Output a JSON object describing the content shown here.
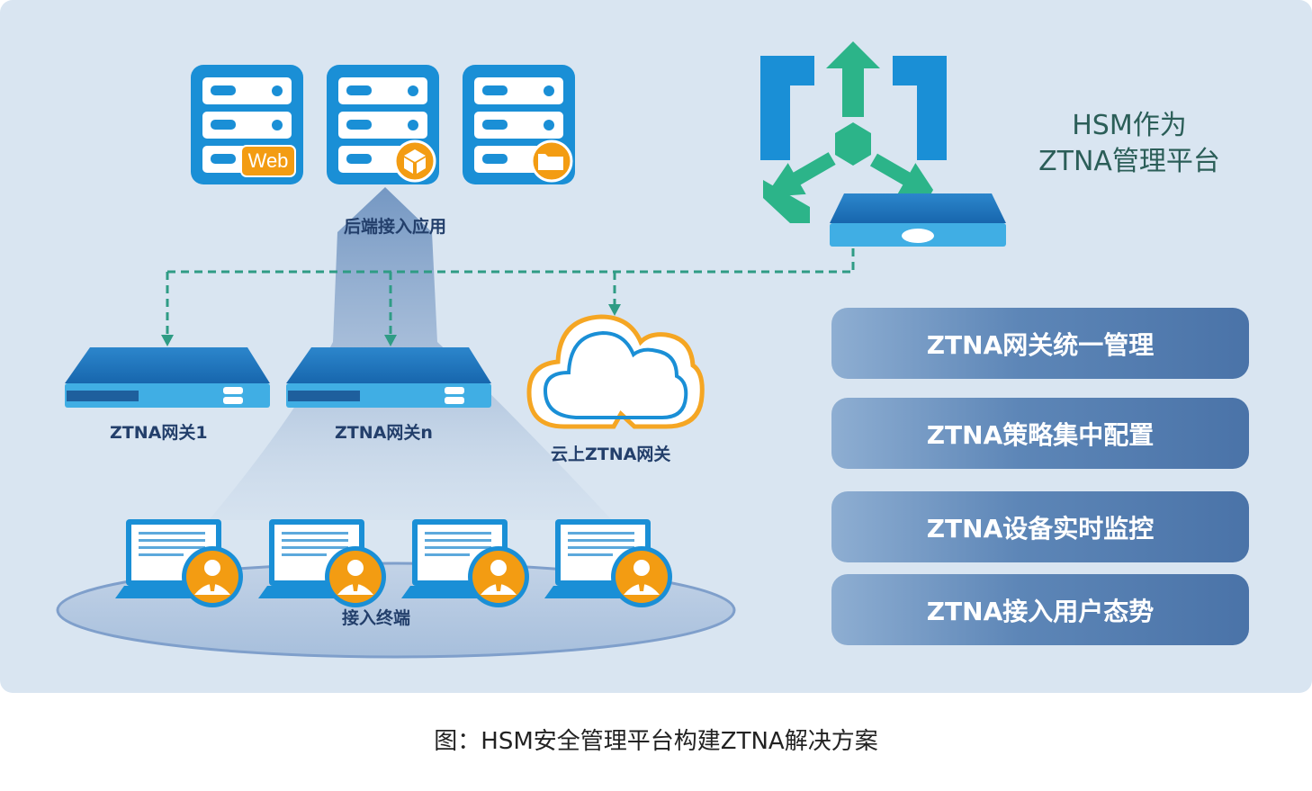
{
  "servers": {
    "web_badge": "Web",
    "label": "后端接入应用"
  },
  "hsm": {
    "title_line1": "HSM作为",
    "title_line2": "ZTNA管理平台"
  },
  "gateways": {
    "gw1": "ZTNA网关1",
    "gwn": "ZTNA网关n",
    "cloud": "云上ZTNA网关"
  },
  "terminals": {
    "label": "接入终端"
  },
  "features": [
    "ZTNA网关统一管理",
    "ZTNA策略集中配置",
    "ZTNA设备实时监控",
    "ZTNA接入用户态势"
  ],
  "caption": "图：HSM安全管理平台构建ZTNA解决方案",
  "colors": {
    "panel": "#d9e5f1",
    "blue": "#1a8fd6",
    "orange": "#f39c12",
    "green": "#2cb489",
    "text_dark": "#233f6b"
  }
}
